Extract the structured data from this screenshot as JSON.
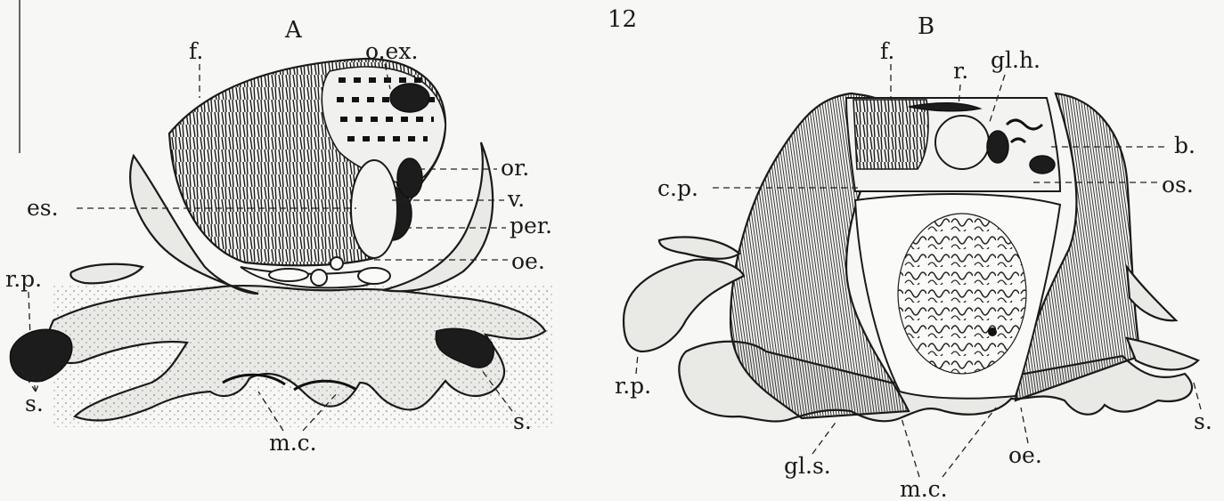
{
  "figure_number": "12",
  "panel_a": {
    "title": "A",
    "labels": {
      "f": "f.",
      "oex": "o.ex.",
      "or": "or.",
      "es": "es.",
      "v": "v.",
      "per": "per.",
      "oe": "oe.",
      "rp": "r.p.",
      "s_left": "s.",
      "s_right": "s.",
      "mc": "m.c."
    }
  },
  "panel_b": {
    "title": "B",
    "labels": {
      "f": "f.",
      "r": "r.",
      "glh": "gl.h.",
      "b": "b.",
      "cp": "c.p.",
      "os": "os.",
      "rp": "r.p.",
      "s": "s.",
      "gls": "gl.s.",
      "mc": "m.c.",
      "oe": "oe."
    }
  },
  "colors": {
    "ink": "#1a1a1a",
    "paper": "#f7f7f5",
    "tissue": "#e9e9e6"
  }
}
